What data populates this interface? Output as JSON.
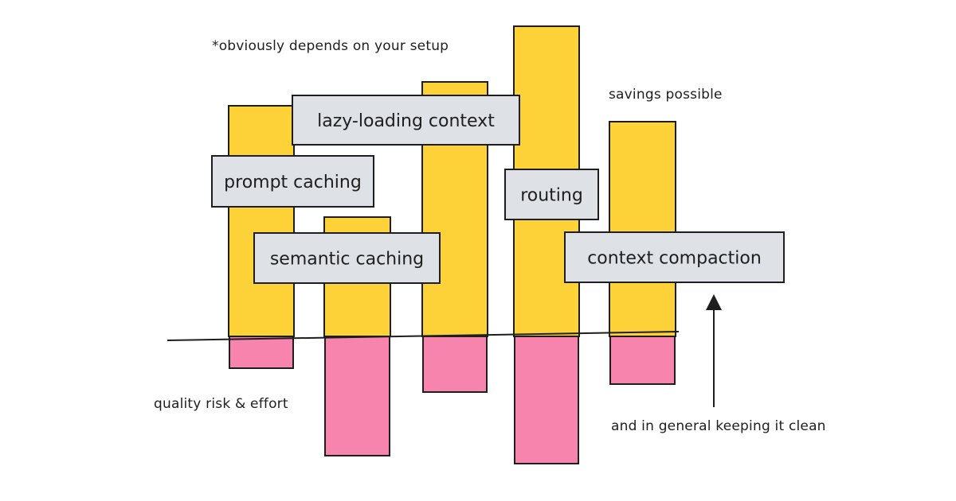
{
  "notes": {
    "setup_note": "*obviously depends on your setup",
    "savings_label": "savings possible",
    "risk_label": "quality risk & effort",
    "clean_note": "and in general keeping it clean"
  },
  "colors": {
    "savings": "#fdd239",
    "risk": "#f684ac",
    "label_box": "#dee2e6",
    "ink": "#1e1e1e"
  },
  "chart_data": {
    "type": "bar",
    "categories": [
      "prompt caching",
      "semantic caching",
      "lazy-loading context",
      "routing",
      "context compaction"
    ],
    "series": [
      {
        "name": "savings possible",
        "values": [
          29,
          15,
          32,
          39,
          27
        ]
      },
      {
        "name": "quality risk & effort",
        "values": [
          -4,
          -15,
          -7,
          -16,
          -6
        ]
      }
    ],
    "ylim": [
      -17,
      40
    ],
    "grid": false,
    "axis_ticks": false
  }
}
